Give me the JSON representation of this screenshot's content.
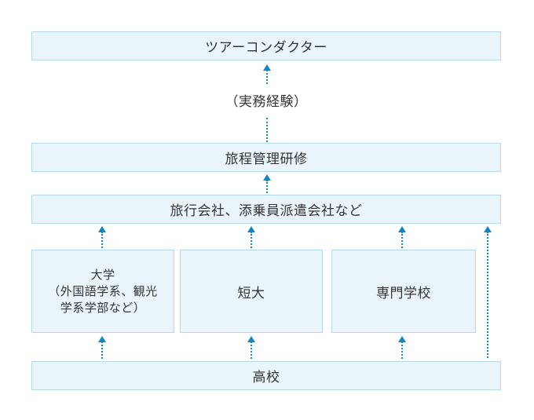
{
  "colors": {
    "background": "#ffffff",
    "box_fill": "#eaf5fb",
    "box_border": "#b5d9ec",
    "arrow": "#0f86c8",
    "text": "#333333"
  },
  "diagram": {
    "type": "career-path-flowchart",
    "direction": "bottom-to-top",
    "nodes": {
      "tour_conductor": {
        "label": "ツアーコンダクター"
      },
      "practical_experience": {
        "label": "（実務経験）"
      },
      "training": {
        "label": "旅程管理研修"
      },
      "companies": {
        "label": "旅行会社、添乗員派遣会社など"
      },
      "university": {
        "label": "大学\n（外国語学系、観光\n学系学部など）"
      },
      "junior_college": {
        "label": "短大"
      },
      "vocational_school": {
        "label": "専門学校"
      },
      "high_school": {
        "label": "高校"
      }
    },
    "edges": [
      {
        "from": "high_school",
        "to": "university"
      },
      {
        "from": "high_school",
        "to": "junior_college"
      },
      {
        "from": "high_school",
        "to": "vocational_school"
      },
      {
        "from": "high_school",
        "to": "companies"
      },
      {
        "from": "university",
        "to": "companies"
      },
      {
        "from": "junior_college",
        "to": "companies"
      },
      {
        "from": "vocational_school",
        "to": "companies"
      },
      {
        "from": "companies",
        "to": "training"
      },
      {
        "from": "training",
        "to": "tour_conductor",
        "via": "practical_experience"
      }
    ]
  }
}
